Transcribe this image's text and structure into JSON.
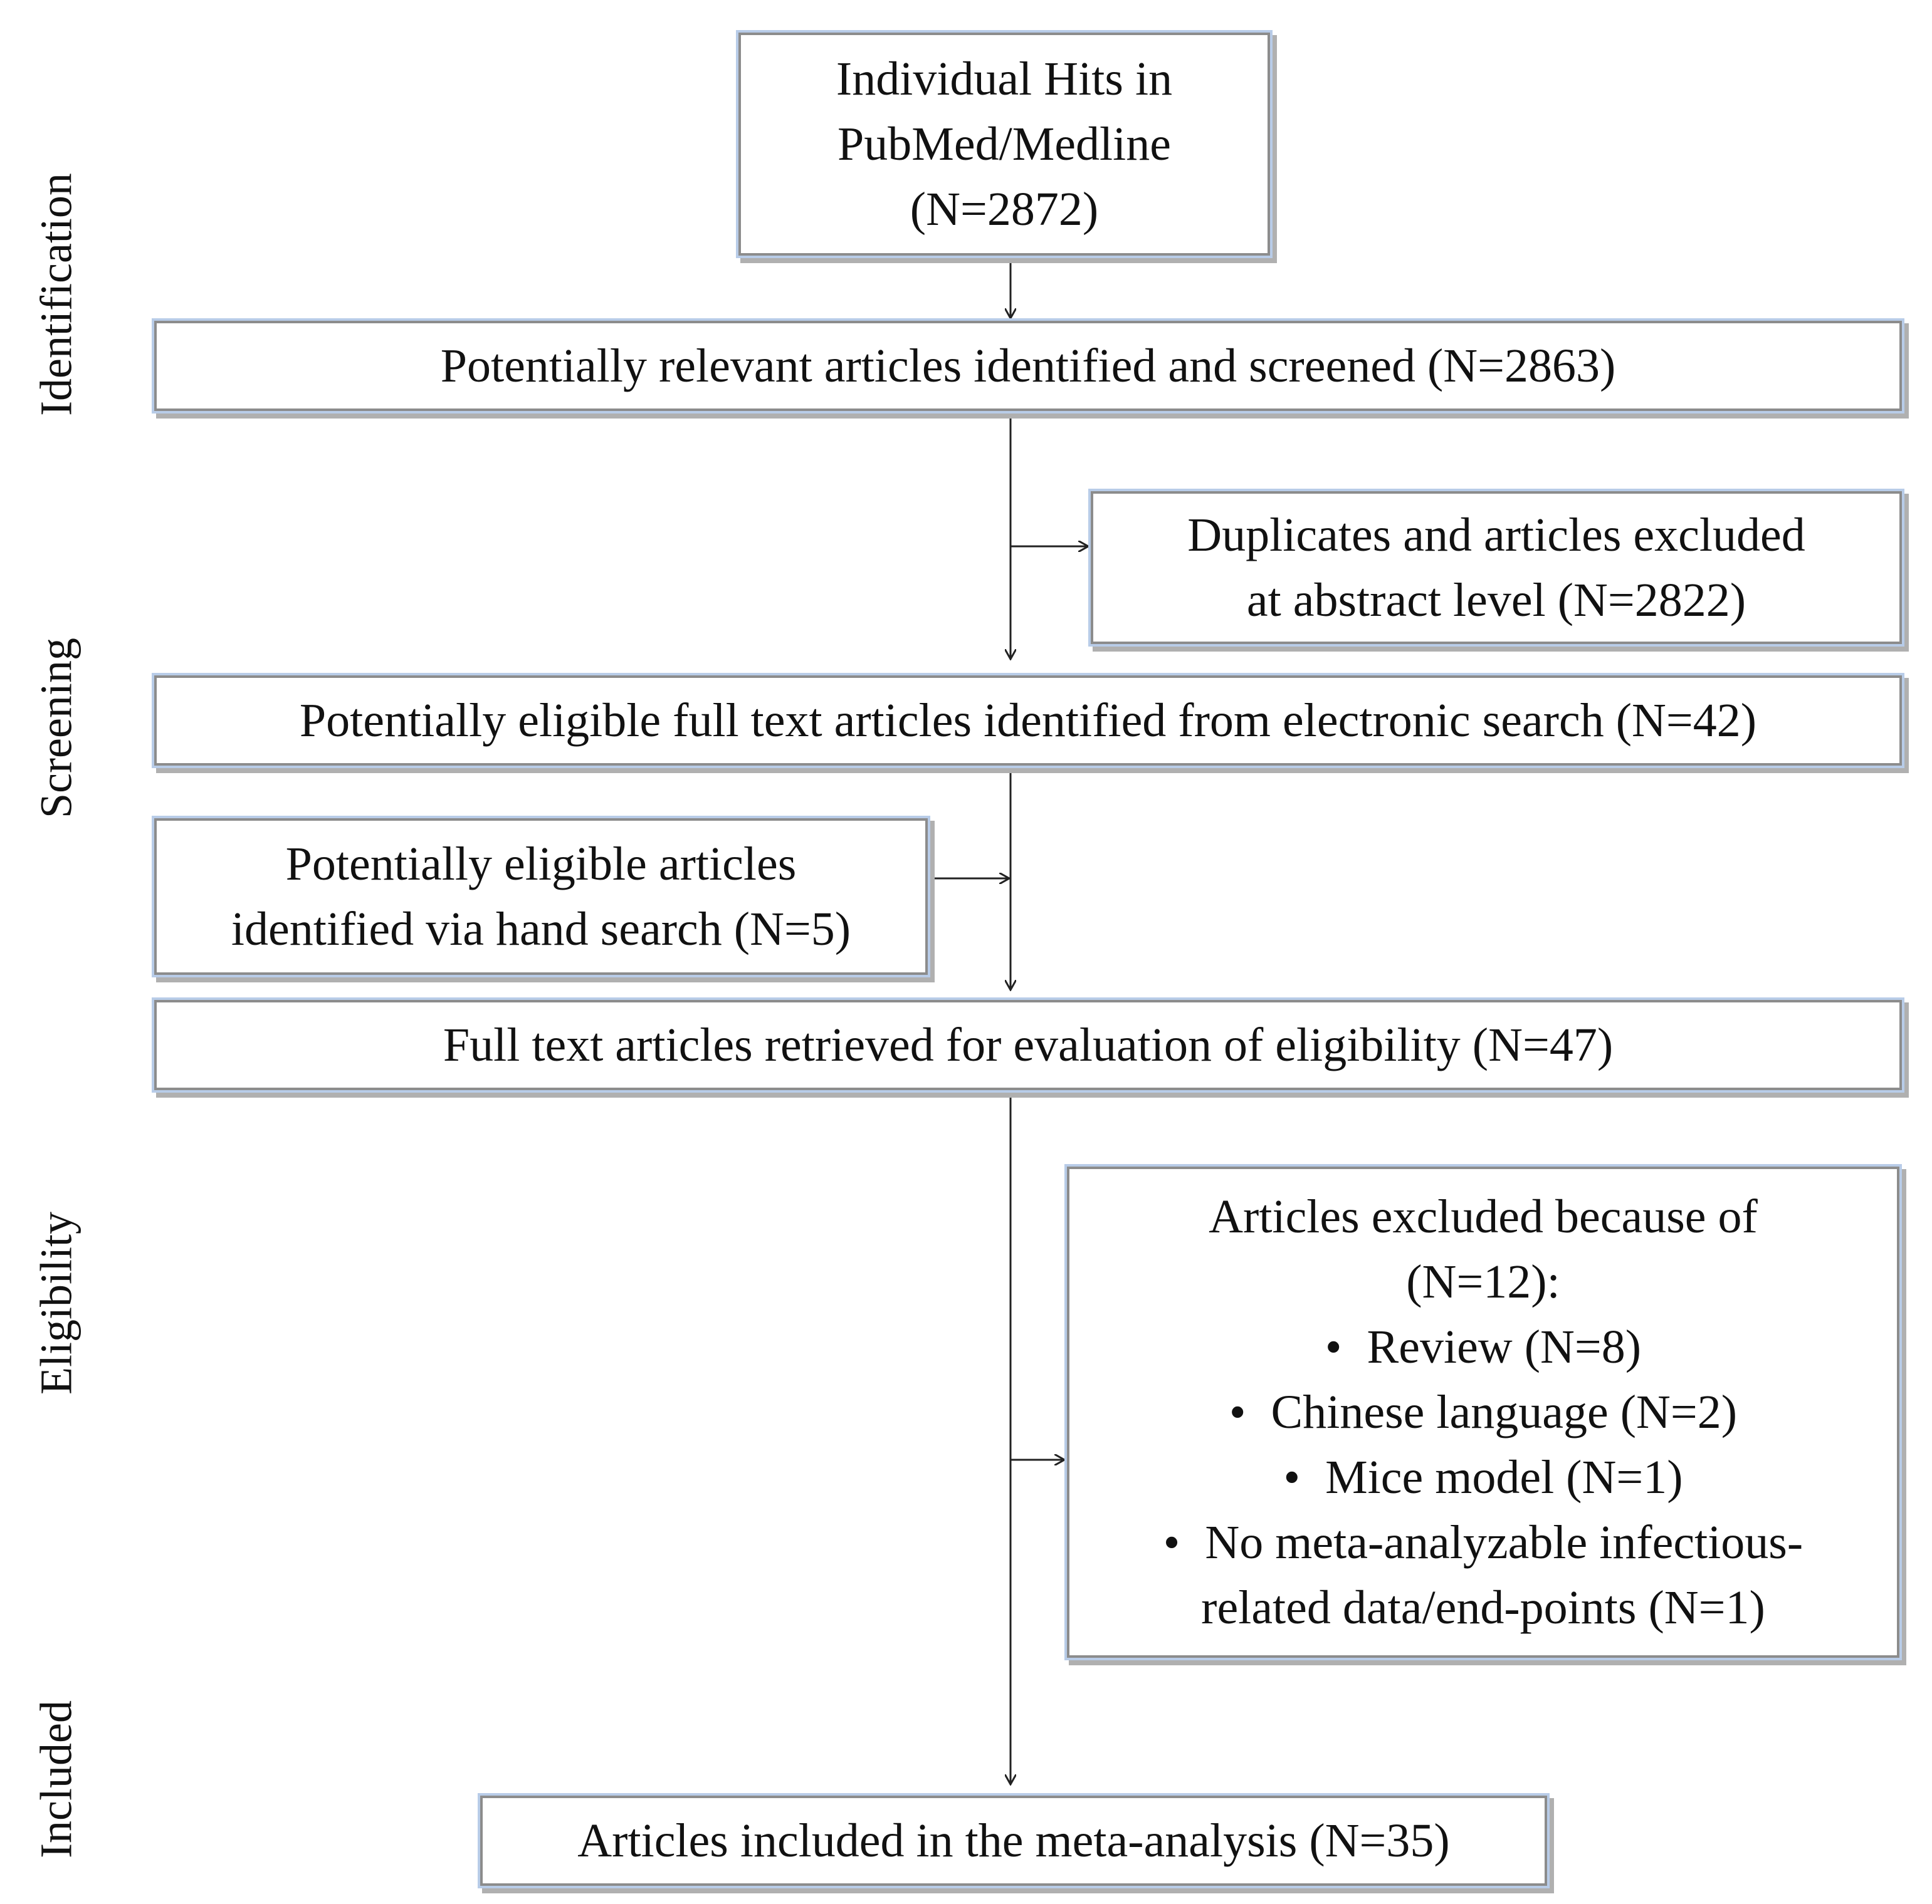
{
  "stages": {
    "identification": "Identification",
    "screening": "Screening",
    "eligibility": "Eligibility",
    "included": "Included"
  },
  "boxes": {
    "hits": [
      "Individual Hits in",
      "PubMed/Medline",
      "(N=2872)"
    ],
    "screened": "Potentially relevant articles identified and screened (N=2863)",
    "duplicates": [
      "Duplicates and articles excluded",
      "at abstract level (N=2822)"
    ],
    "electronic": "Potentially eligible full text articles identified from electronic search (N=42)",
    "hand_search": [
      "Potentially eligible articles",
      "identified via hand search (N=5)"
    ],
    "retrieved": "Full text articles retrieved for evaluation of eligibility (N=47)",
    "excluded": {
      "heading": [
        "Articles excluded because of",
        "(N=12):"
      ],
      "bullet": "•",
      "reasons": [
        "Review (N=8)",
        "Chinese language (N=2)",
        "Mice model (N=1)",
        "No meta-analyzable infectious-"
      ],
      "continuation": "related data/end-points (N=1)"
    },
    "included": "Articles included in the meta-analysis (N=35)"
  }
}
